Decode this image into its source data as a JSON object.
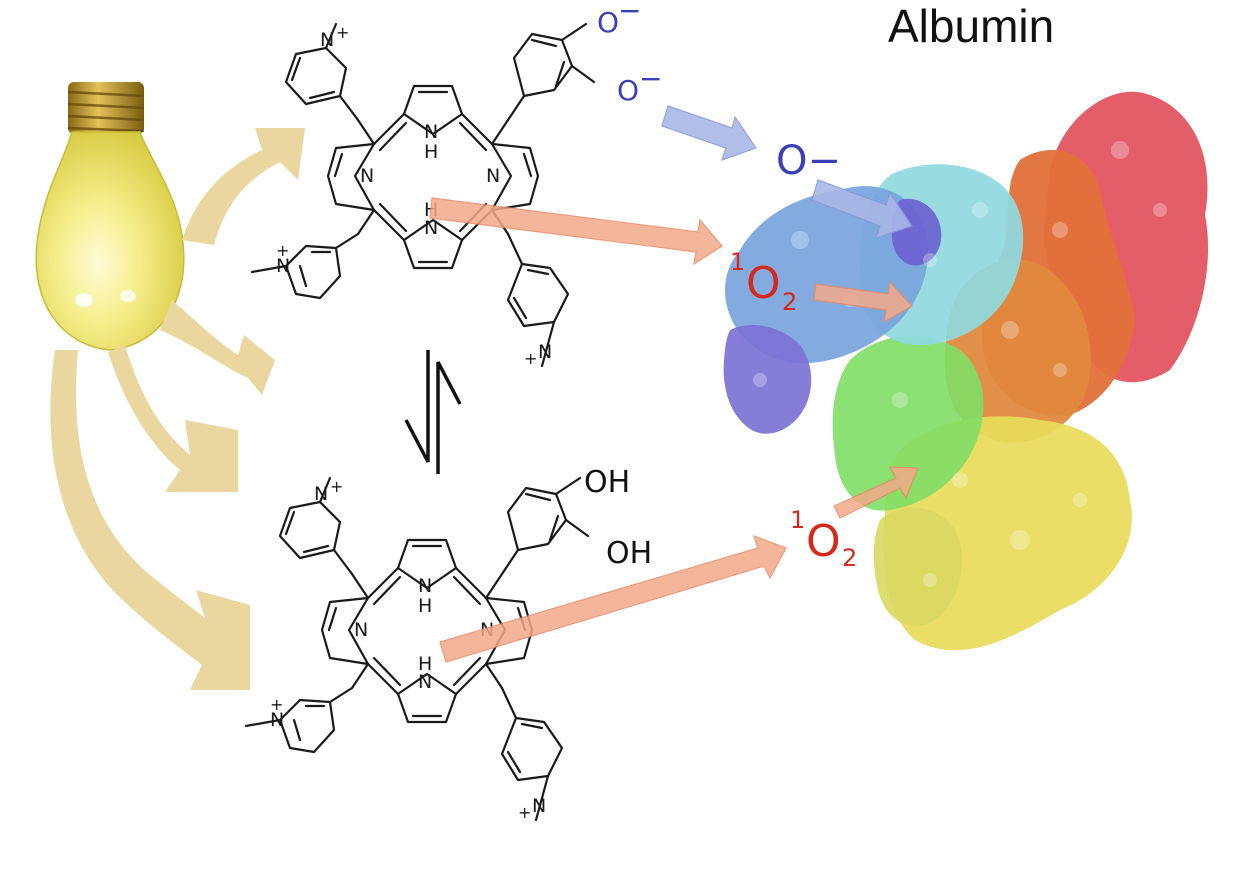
{
  "title": "Albumin",
  "atoms": {
    "pyrrole_n": "N",
    "pyrrole_nh_n": "N",
    "pyrrole_nh_h": "H",
    "pyridinium_n": "N",
    "plus": "+"
  },
  "substituents": {
    "oxide_1": "O",
    "oxide_2": "O",
    "minus": "−",
    "hydroxyl_1": "OH",
    "hydroxyl_2": "OH"
  },
  "species": {
    "superoxide": "O−",
    "singlet_oxygen_sup": "1",
    "singlet_oxygen_main": "O",
    "singlet_oxygen_sub": "2"
  },
  "colors": {
    "light_arrows": "#ead7a0",
    "blue_arrows": "#a9b7e6",
    "orange_arrows": "#f3a98a",
    "oxide_text": "#3b3fb8",
    "singlet_oxygen_text": "#d42a1e",
    "bulb_glass": "#f3ea7c",
    "bulb_base": "#b8932a"
  }
}
